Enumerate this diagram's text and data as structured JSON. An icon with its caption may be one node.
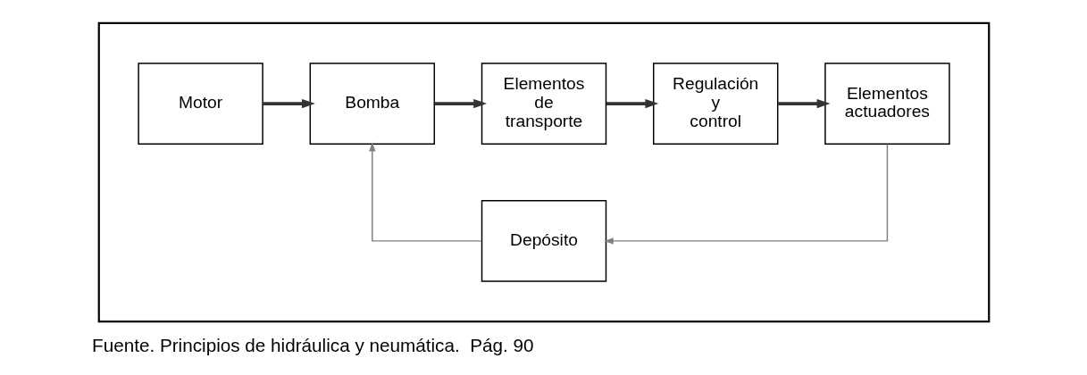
{
  "diagram": {
    "caption": "Fuente. Principios de hidráulica y neumática.  Pág. 90",
    "nodes": [
      {
        "text": [],
        "shape": "box"
      },
      {
        "text": [
          "Motor"
        ],
        "in": 0
      },
      {
        "text": [
          "Bomba"
        ],
        "in": 0
      },
      {
        "text": [
          "Elementos de transporte"
        ],
        "in": 0
      },
      {
        "text": [
          "Regulación y control"
        ],
        "in": 0
      },
      {
        "text": [
          "Elementos actuadores"
        ],
        "in": 0
      },
      {
        "text": [
          "Depósito"
        ],
        "in": 0
      }
    ],
    "edges": [
      {
        "from": 1,
        "to": 2,
        "arrow": "to"
      },
      {
        "from": 2,
        "to": 3,
        "arrow": "to"
      },
      {
        "from": 3,
        "to": 4,
        "arrow": "to"
      },
      {
        "from": 4,
        "to": 5,
        "arrow": "to"
      },
      {
        "from": 5,
        "to": 6,
        "arrow": "to",
        "color": "#808080"
      },
      {
        "from": 6,
        "to": 2,
        "arrow": "to",
        "color": "#808080"
      }
    ]
  }
}
